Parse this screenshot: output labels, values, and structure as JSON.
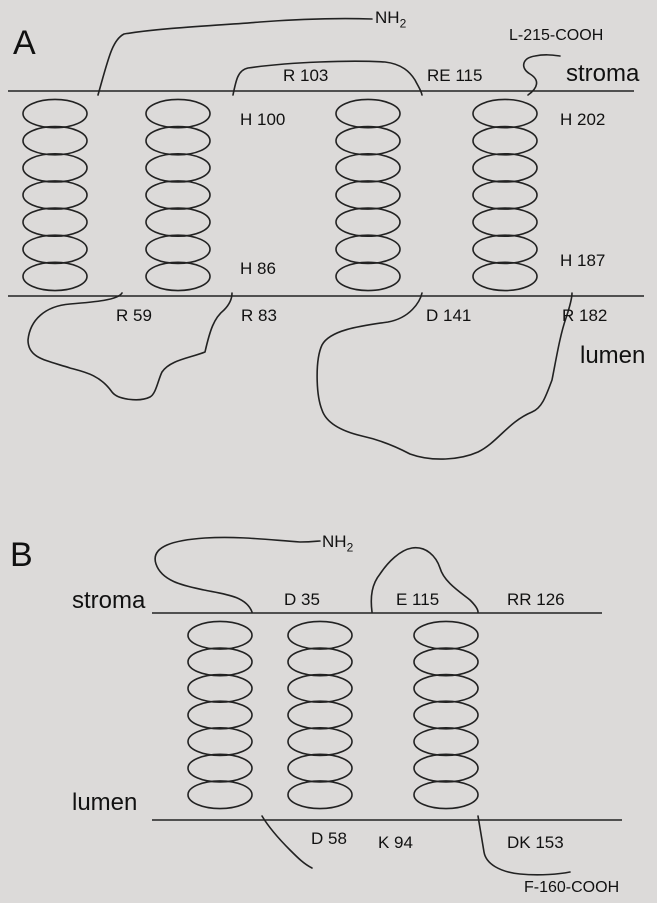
{
  "panel_a": {
    "label": "A",
    "terminal_n": "NH2",
    "terminal_c": "L-215-COOH",
    "side_top": "stroma",
    "side_bottom": "lumen",
    "residues": {
      "r103": "R 103",
      "re115": "RE 115",
      "h100": "H 100",
      "h202": "H 202",
      "h86": "H 86",
      "h187": "H 187",
      "r59": "R 59",
      "r83": "R 83",
      "d141": "D 141",
      "r182": "R 182"
    }
  },
  "panel_b": {
    "label": "B",
    "terminal_n": "NH2",
    "terminal_c": "F-160-COOH",
    "side_top": "stroma",
    "side_bottom": "lumen",
    "residues": {
      "d35": "D 35",
      "e115": "E 115",
      "rr126": "RR 126",
      "d58": "D 58",
      "k94": "K 94",
      "dk153": "DK 153"
    }
  }
}
